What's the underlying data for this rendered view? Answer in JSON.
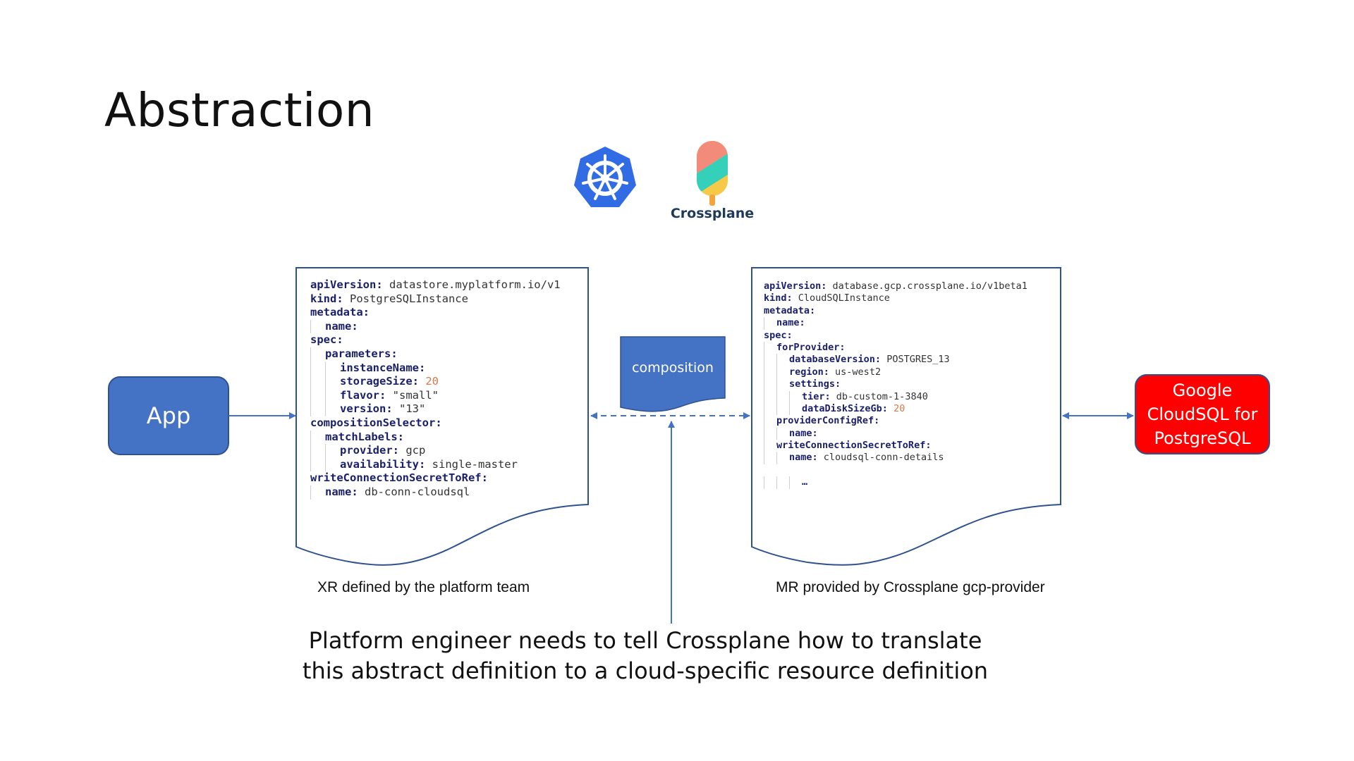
{
  "slide": {
    "title": "Abstraction"
  },
  "logos": {
    "kubernetes": {
      "icon": "kubernetes-helm-icon",
      "color": "#326ce5"
    },
    "crossplane": {
      "icon": "crossplane-popsicle-icon",
      "label": "Crossplane"
    }
  },
  "nodes": {
    "app": {
      "label": "App",
      "fill": "#4472c4",
      "stroke": "#2f528f"
    },
    "composition": {
      "label": "composition",
      "fill": "#4472c4"
    },
    "google": {
      "lines": [
        "Google",
        "CloudSQL for",
        "PostgreSQL"
      ],
      "fill": "#ff0000",
      "stroke": "#2f528f"
    }
  },
  "xr_document": {
    "caption": "XR defined by the platform team",
    "lines": [
      {
        "indent": 0,
        "key": "apiVersion",
        "value": "datastore.myplatform.io/v1"
      },
      {
        "indent": 0,
        "key": "kind",
        "value": "PostgreSQLInstance"
      },
      {
        "indent": 0,
        "key": "metadata",
        "value": ""
      },
      {
        "indent": 1,
        "key": "name",
        "value": ""
      },
      {
        "indent": 0,
        "key": "spec",
        "value": ""
      },
      {
        "indent": 1,
        "key": "parameters",
        "value": ""
      },
      {
        "indent": 2,
        "key": "instanceName",
        "value": ""
      },
      {
        "indent": 2,
        "key": "storageSize",
        "value": "20",
        "numeric": true
      },
      {
        "indent": 2,
        "key": "flavor",
        "value": "\"small\""
      },
      {
        "indent": 2,
        "key": "version",
        "value": "\"13\""
      },
      {
        "indent": 0,
        "key": "compositionSelector",
        "value": ""
      },
      {
        "indent": 1,
        "key": "matchLabels",
        "value": ""
      },
      {
        "indent": 2,
        "key": "provider",
        "value": "gcp"
      },
      {
        "indent": 2,
        "key": "availability",
        "value": "single-master"
      },
      {
        "indent": 0,
        "key": "writeConnectionSecretToRef",
        "value": ""
      },
      {
        "indent": 1,
        "key": "name",
        "value": "db-conn-cloudsql"
      }
    ]
  },
  "mr_document": {
    "caption": "MR provided by Crossplane gcp-provider",
    "lines": [
      {
        "indent": 0,
        "key": "apiVersion",
        "value": "database.gcp.crossplane.io/v1beta1"
      },
      {
        "indent": 0,
        "key": "kind",
        "value": "CloudSQLInstance"
      },
      {
        "indent": 0,
        "key": "metadata",
        "value": ""
      },
      {
        "indent": 1,
        "key": "name",
        "value": ""
      },
      {
        "indent": 0,
        "key": "spec",
        "value": ""
      },
      {
        "indent": 1,
        "key": "forProvider",
        "value": ""
      },
      {
        "indent": 2,
        "key": "databaseVersion",
        "value": "POSTGRES_13"
      },
      {
        "indent": 2,
        "key": "region",
        "value": "us-west2"
      },
      {
        "indent": 2,
        "key": "settings",
        "value": ""
      },
      {
        "indent": 3,
        "key": "tier",
        "value": "db-custom-1-3840"
      },
      {
        "indent": 3,
        "key": "dataDiskSizeGb",
        "value": "20",
        "numeric": true
      },
      {
        "indent": 1,
        "key": "providerConfigRef",
        "value": ""
      },
      {
        "indent": 2,
        "key": "name",
        "value": ""
      },
      {
        "indent": 1,
        "key": "writeConnectionSecretToRef",
        "value": ""
      },
      {
        "indent": 2,
        "key": "name",
        "value": "cloudsql-conn-details"
      },
      {
        "indent": 0,
        "key": "",
        "value": ""
      },
      {
        "indent": 3,
        "key": "",
        "value": "…",
        "ellipsis": true
      }
    ]
  },
  "note": {
    "lines": [
      "Platform engineer needs to tell Crossplane how to translate",
      "this abstract definition to a cloud-specific resource definition"
    ]
  },
  "colors": {
    "document_stroke": "#2f528f",
    "arrow": "#4472c4",
    "yaml_key": "#1a1f6b",
    "yaml_number": "#d27a4c"
  }
}
